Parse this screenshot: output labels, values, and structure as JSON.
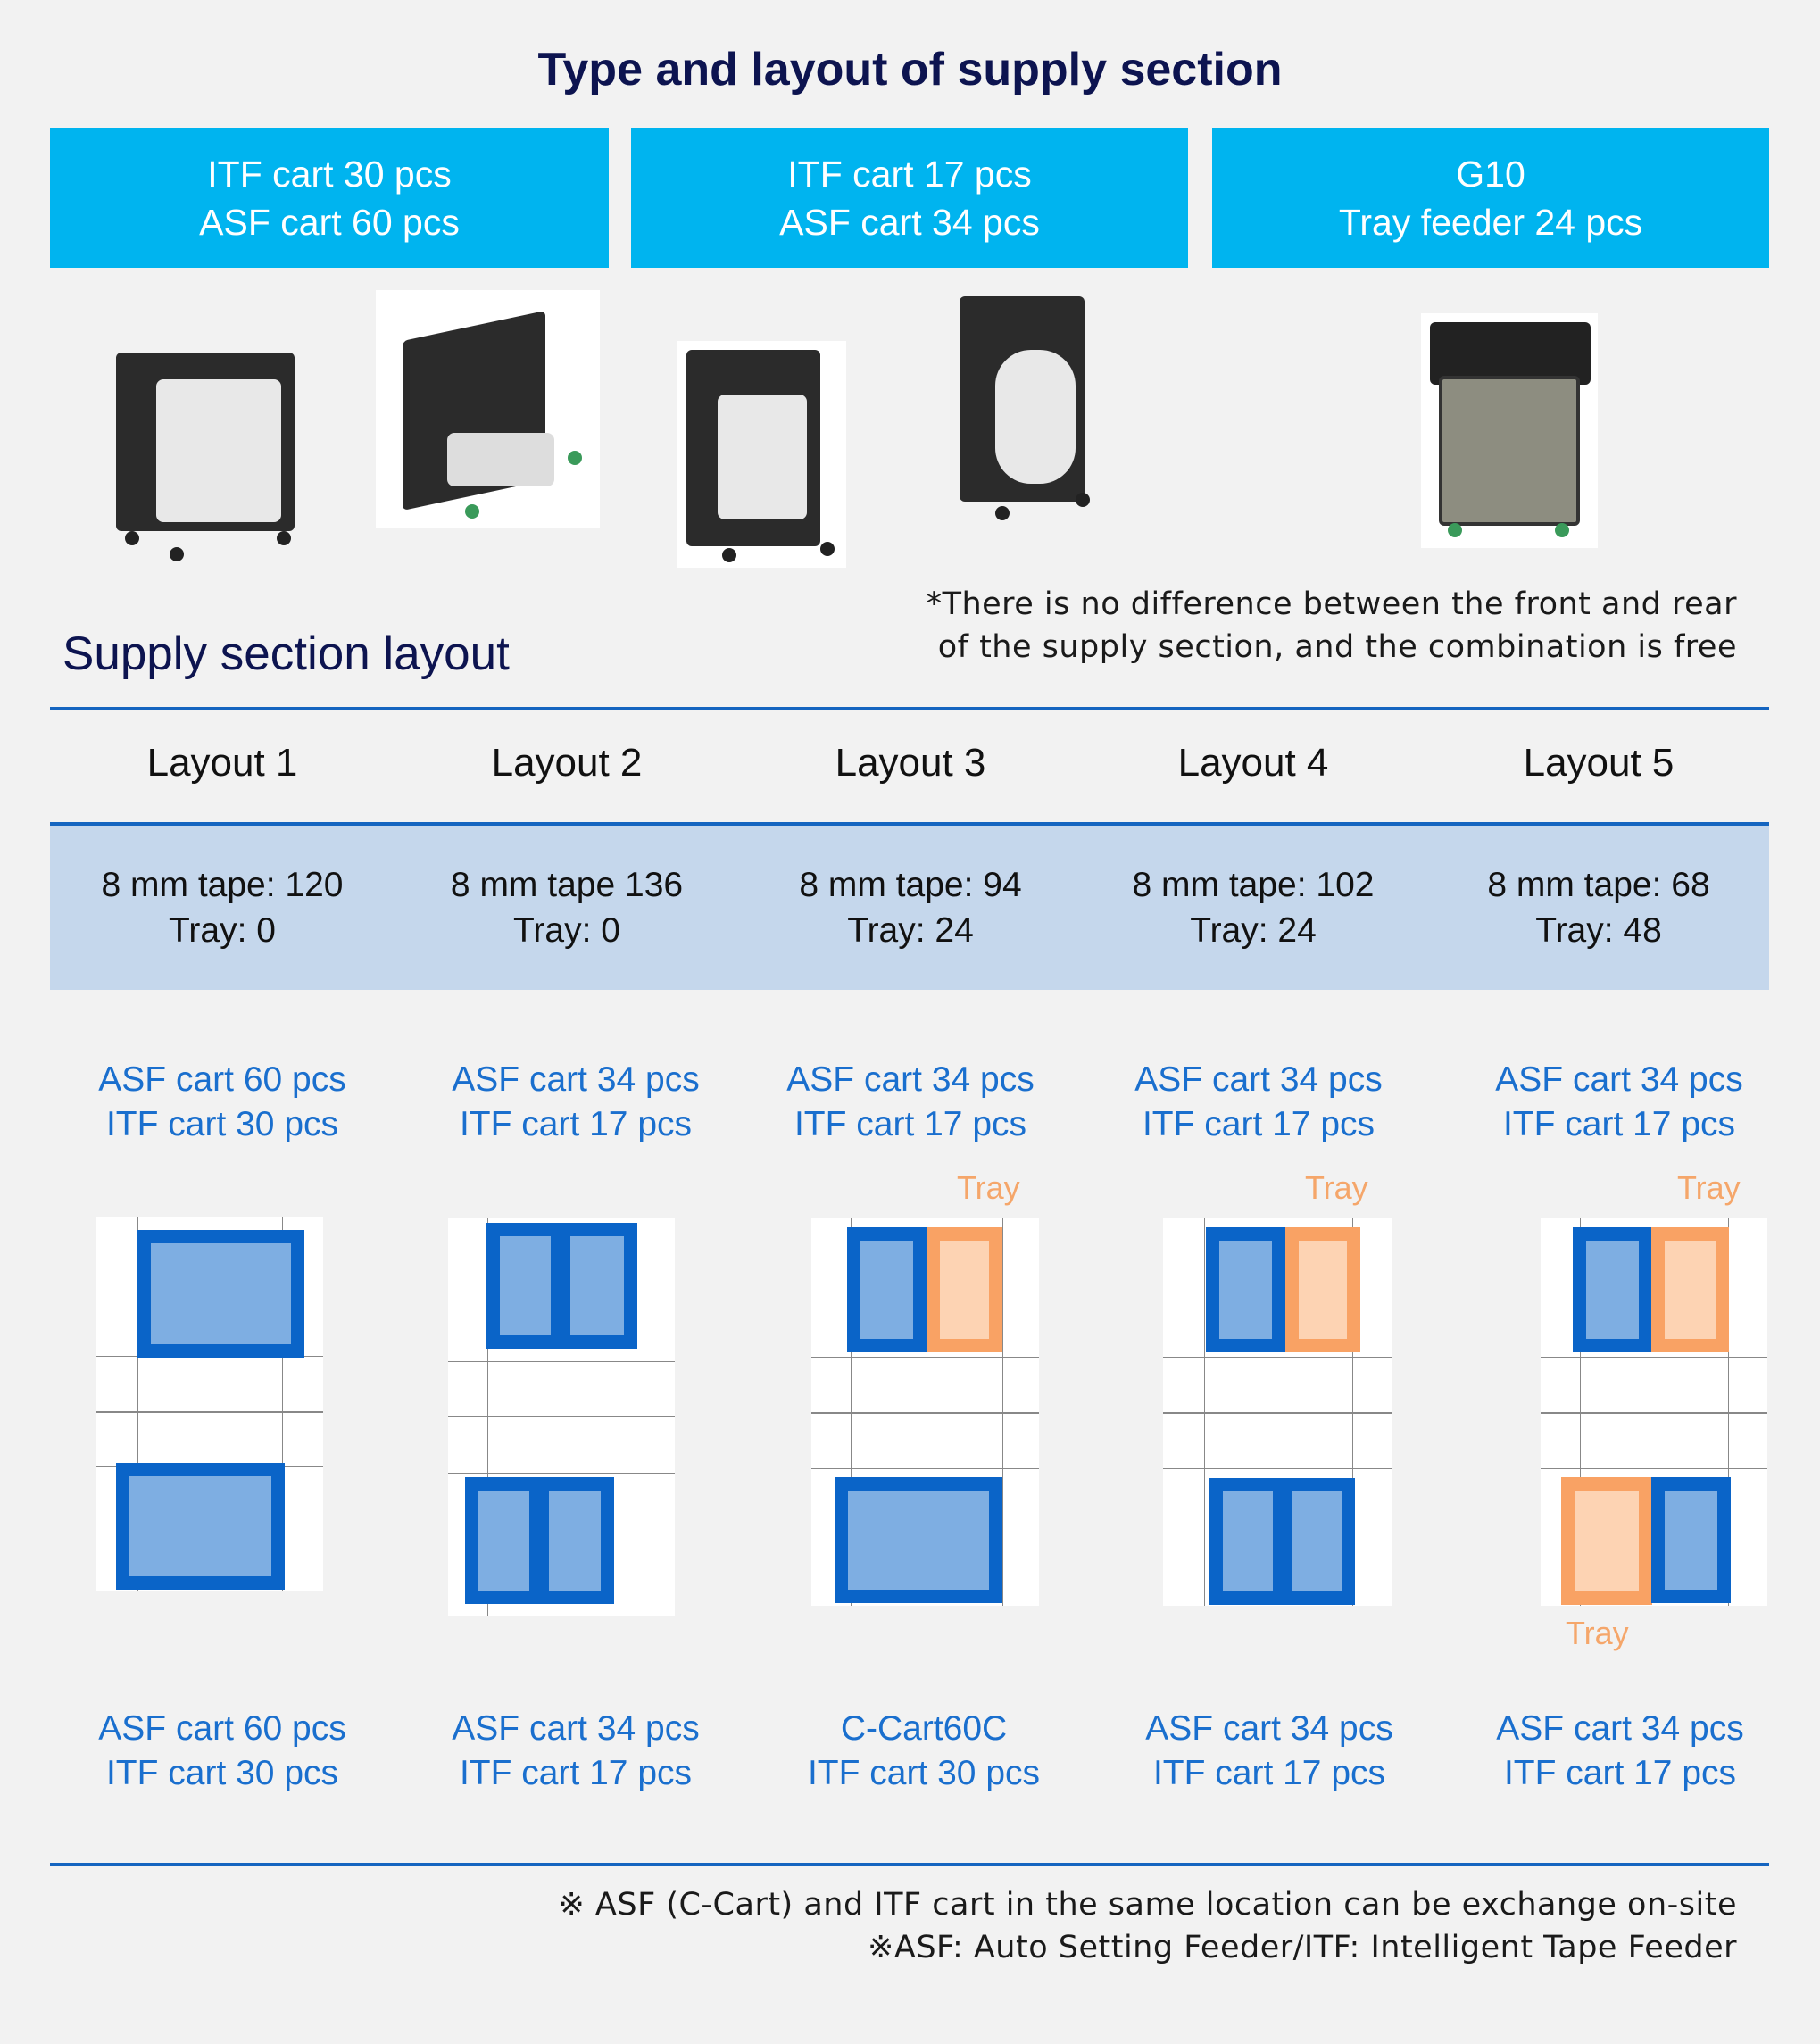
{
  "title": "Type and layout of supply section",
  "types": [
    {
      "line1": "ITF cart 30 pcs",
      "line2": "ASF cart 60 pcs"
    },
    {
      "line1": "ITF cart 17 pcs",
      "line2": "ASF cart 34 pcs"
    },
    {
      "line1": "G10",
      "line2": "Tray feeder 24 pcs"
    }
  ],
  "note": {
    "line1": "*There is no difference between the front and rear",
    "line2": "of the supply section, and the combination is free"
  },
  "subtitle": "Supply section layout",
  "layouts": [
    {
      "name": "Layout 1",
      "tape": "8 mm tape: 120",
      "tray": "Tray: 0",
      "top1": "ASF cart 60 pcs",
      "top2": "ITF cart 30 pcs",
      "bottom1": "ASF cart 60 pcs",
      "bottom2": "ITF cart 30 pcs"
    },
    {
      "name": "Layout 2",
      "tape": "8 mm tape 136",
      "tray": "Tray: 0",
      "top1": "ASF cart 34 pcs",
      "top2": "ITF cart 17 pcs",
      "bottom1": "ASF cart 34 pcs",
      "bottom2": "ITF cart 17 pcs"
    },
    {
      "name": "Layout 3",
      "tape": "8 mm tape: 94",
      "tray": "Tray: 24",
      "top1": "ASF cart 34 pcs",
      "top2": "ITF cart 17 pcs",
      "bottom1": "C-Cart60C",
      "bottom2": "ITF cart 30 pcs"
    },
    {
      "name": "Layout 4",
      "tape": "8 mm tape: 102",
      "tray": "Tray: 24",
      "top1": "ASF cart 34 pcs",
      "top2": "ITF cart 17 pcs",
      "bottom1": "ASF cart 34 pcs",
      "bottom2": "ITF cart 17 pcs"
    },
    {
      "name": "Layout 5",
      "tape": "8 mm tape: 68",
      "tray": "Tray: 48",
      "top1": "ASF cart 34 pcs",
      "top2": "ITF cart 17 pcs",
      "bottom1": "ASF cart 34 pcs",
      "bottom2": "ITF cart 17 pcs"
    }
  ],
  "tray_label": "Tray",
  "footnotes": [
    "※ ASF (C-Cart) and ITF cart in the same location can be exchange on-site",
    "※ASF: Auto Setting Feeder/ITF: Intelligent Tape Feeder"
  ],
  "colors": {
    "type_box": "#00b4ef",
    "title": "#0d1450",
    "rule": "#1565c0",
    "band": "#c5d7ec",
    "cart_blue": "#0a64c8",
    "tray_orange": "#f9a264"
  }
}
